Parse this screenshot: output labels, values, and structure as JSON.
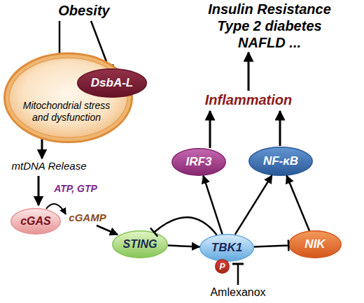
{
  "diagram": {
    "nodes": [
      {
        "text": [
          "Mitochondrial stress and dysfunction"
        ]
      },
      {
        "text": [
          "DsbA-L"
        ],
        "in": 0
      },
      {
        "text": [
          "IRF3"
        ]
      },
      {
        "text": [
          "NF-κB"
        ]
      },
      {
        "text": [
          "cGAS"
        ]
      },
      {
        "text": [
          "STING"
        ]
      },
      {
        "text": [
          "TBK1"
        ]
      },
      {
        "text": [
          "P"
        ],
        "in": 6
      },
      {
        "text": [
          "NIK"
        ]
      }
    ],
    "edges": [
      {
        "from": 5,
        "to": 6,
        "arrow": "to"
      },
      {
        "from": 6,
        "to": 5,
        "arrow": "to"
      },
      {
        "from": 6,
        "to": 2,
        "arrow": "to"
      },
      {
        "from": 6,
        "to": 3,
        "arrow": "to"
      },
      {
        "from": 6,
        "to": 8,
        "arrow": "to"
      },
      {
        "from": 8,
        "to": 3,
        "arrow": "to"
      }
    ],
    "labels": [
      "Obesity",
      "Insulin Resistance",
      "Type 2 diabetes",
      "NAFLD ...",
      "Inflammation",
      "mtDNA Release",
      "ATP, GTP",
      "cGAMP",
      "Amlexanox"
    ]
  }
}
